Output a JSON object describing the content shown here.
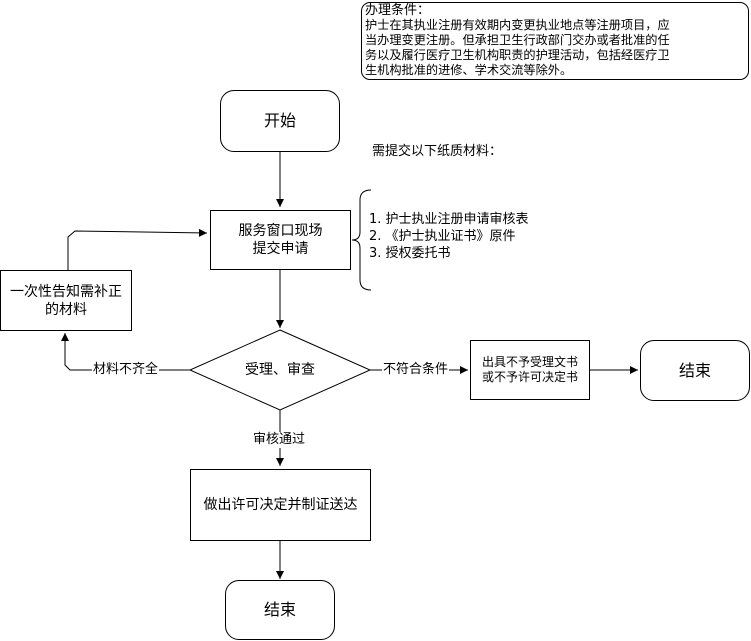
{
  "conditions": {
    "title": "办理条件：",
    "lines": [
      "护士在其执业注册有效期内变更执业地点等注册项目，应",
      "当办理变更注册。但承担卫生行政部门交办或者批准的任",
      "务以及履行医疗卫生机构职责的护理活动，包括经医疗卫",
      "生机构批准的进修、学术交流等除外。"
    ]
  },
  "nodes": {
    "start": "开始",
    "submit": [
      "服务窗口现场",
      "提交申请"
    ],
    "review": "受理、审查",
    "notify": [
      "一次性告知需补正",
      "的材料"
    ],
    "reject": [
      "出具不予受理文书",
      "或不予许可决定书"
    ],
    "end_right": "结束",
    "decision": "做出许可决定并制证送达",
    "end_bottom": "结束"
  },
  "materials": {
    "heading": "需提交以下纸质材料：",
    "items": [
      "1. 护士执业注册申请审核表",
      "2. 《护士执业证书》原件",
      "3. 授权委托书"
    ]
  },
  "edge_labels": {
    "incomplete": "材料不齐全",
    "not_qualified": "不符合条件",
    "approved": "审核通过"
  }
}
